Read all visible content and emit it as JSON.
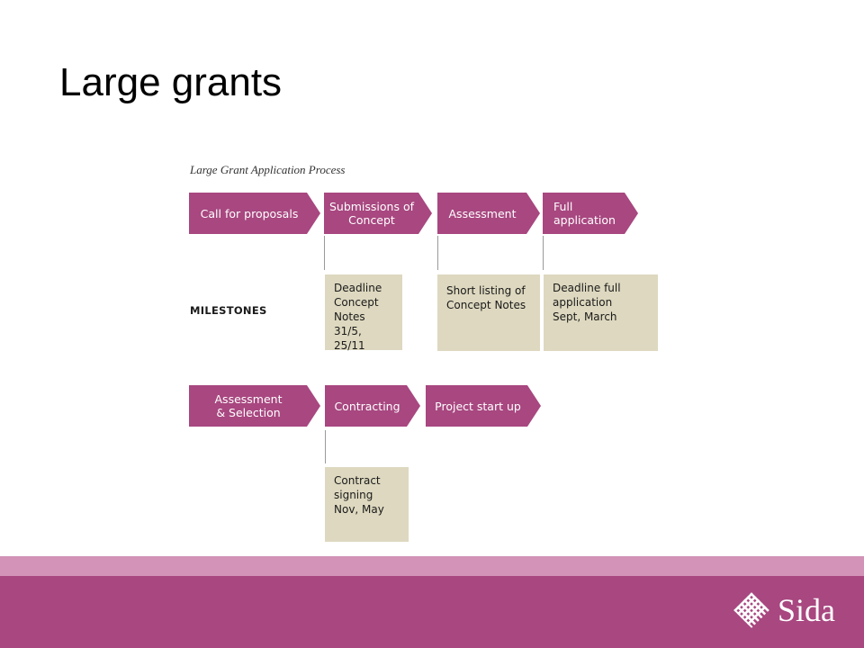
{
  "slide": {
    "title": "Large grants"
  },
  "diagram": {
    "title": "Large Grant Application Process",
    "milestones_label": "MILESTONES",
    "steps_row1": [
      {
        "label": "Call for proposals"
      },
      {
        "label": "Submissions of\nConcept"
      },
      {
        "label": "Assessment"
      },
      {
        "label": "Full\napplication"
      }
    ],
    "milestones_row1": [
      {
        "text": "Deadline\nConcept\nNotes\n31/5, 25/11"
      },
      {
        "text": "Short listing of\nConcept Notes"
      },
      {
        "text": "Deadline full\napplication\nSept, March"
      }
    ],
    "steps_row2": [
      {
        "label": "Assessment\n& Selection"
      },
      {
        "label": "Contracting"
      },
      {
        "label": "Project start up"
      }
    ],
    "milestones_row2": [
      {
        "text": "Contract\nsigning\nNov, May"
      }
    ]
  },
  "brand": {
    "name": "Sida",
    "colors": {
      "arrow": "#a84780",
      "milestone_box": "#ddd8bf",
      "footer_light": "#d392b7",
      "footer_dark": "#a84780"
    }
  }
}
